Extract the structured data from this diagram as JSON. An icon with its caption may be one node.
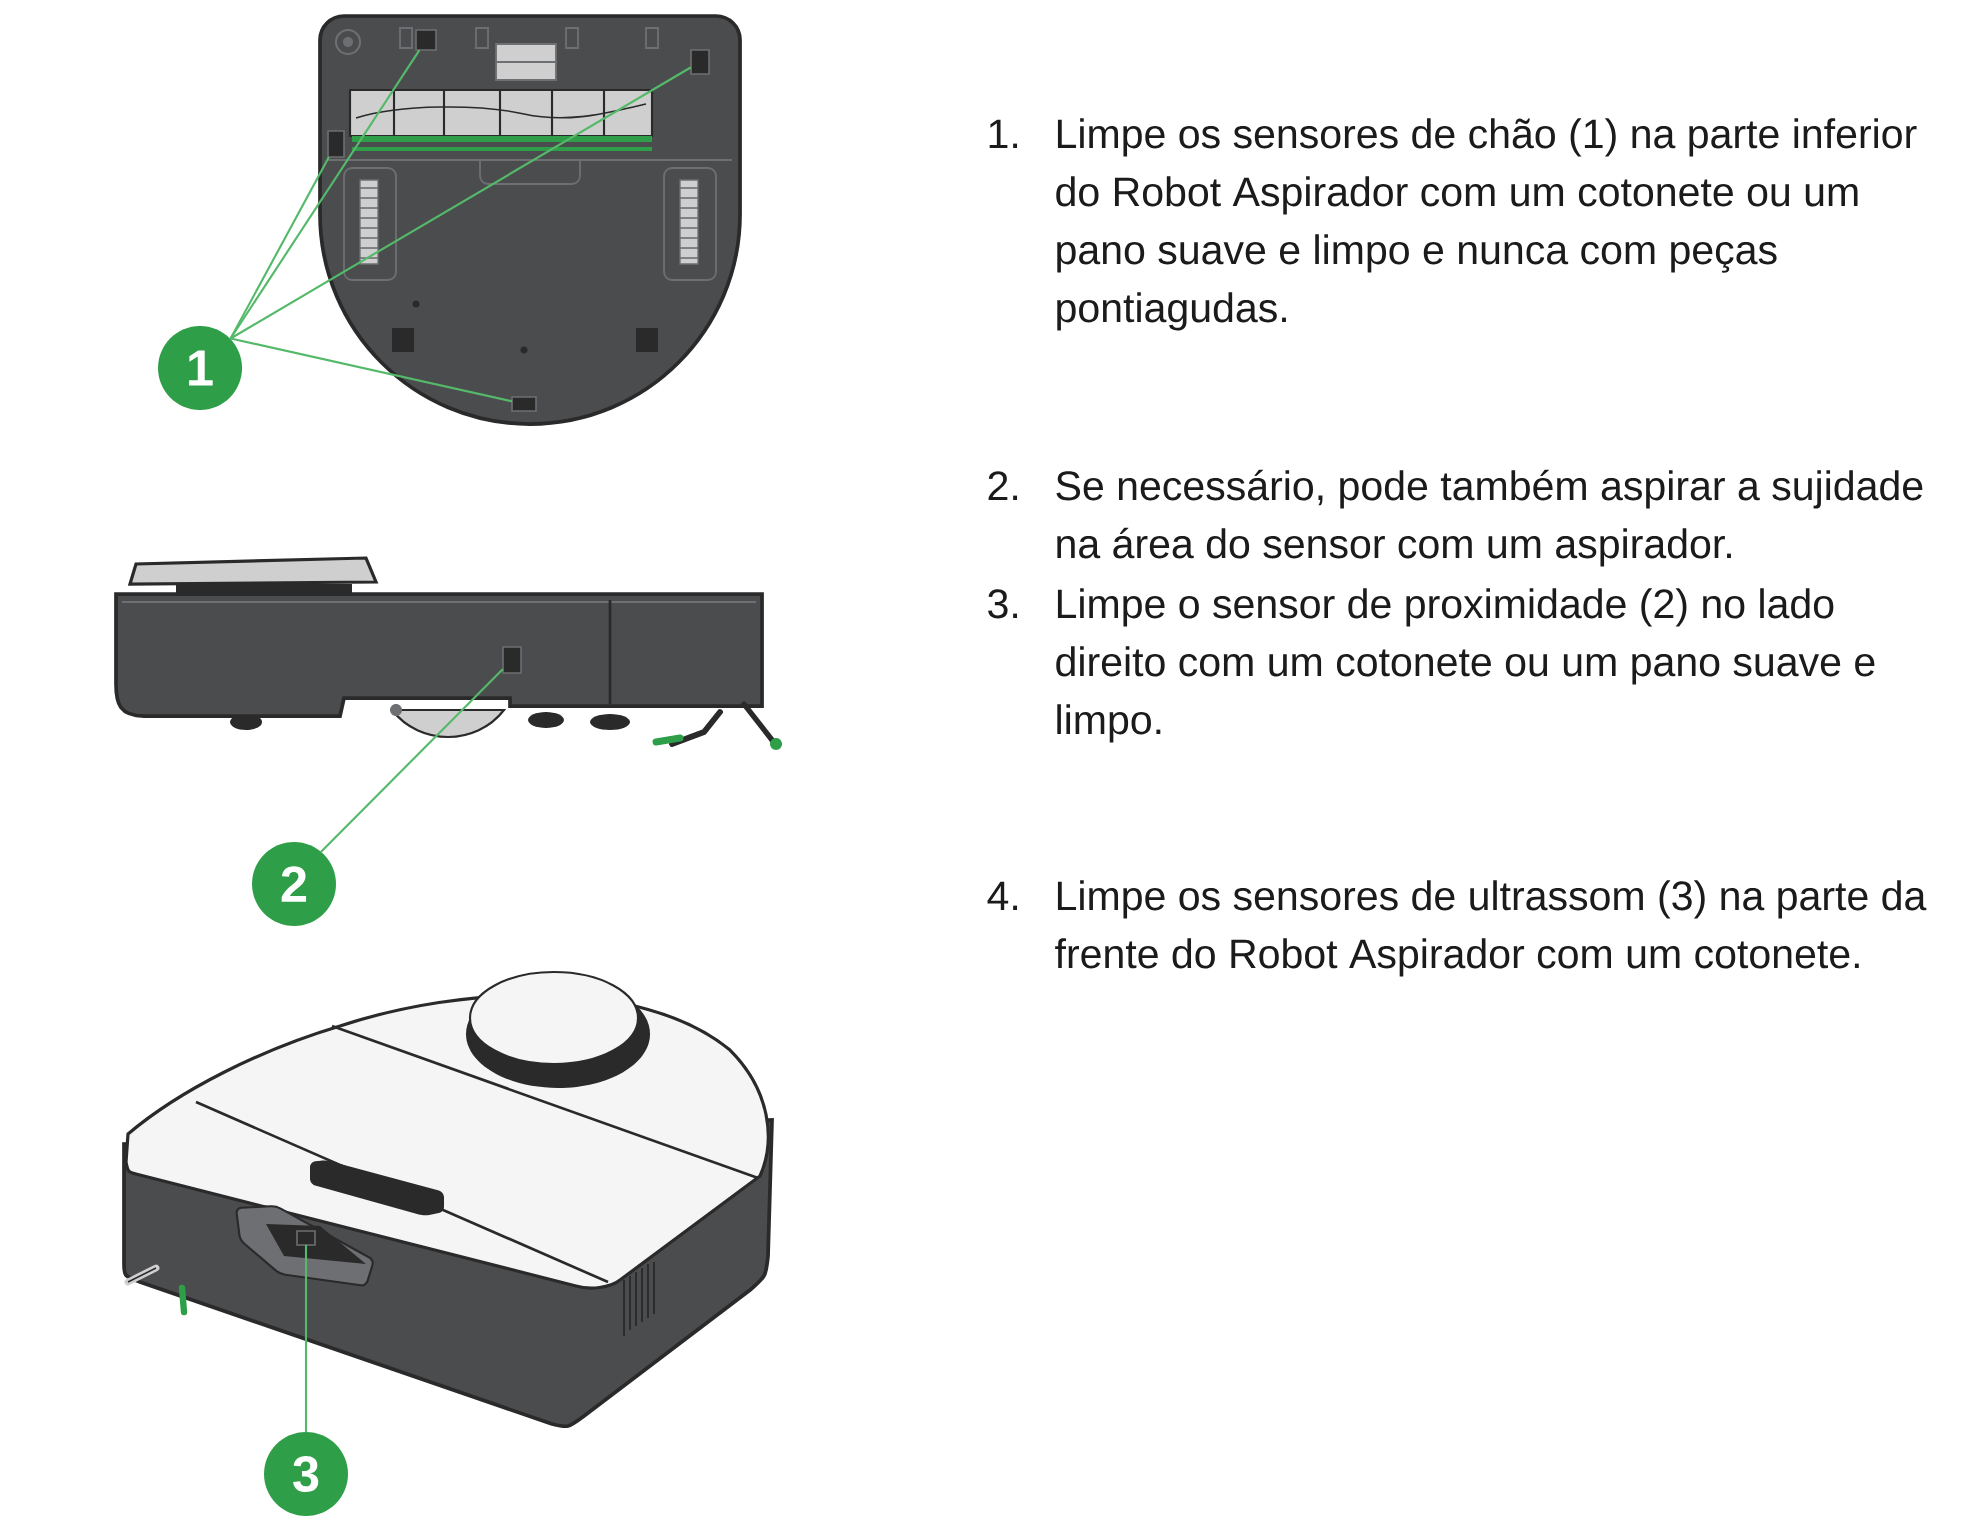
{
  "diagram": {
    "nodes": [
      {
        "text": [
          "1"
        ]
      },
      {
        "text": [],
        "shape": "box"
      },
      {
        "text": [],
        "shape": "box"
      },
      {
        "text": [],
        "shape": "box"
      },
      {
        "text": [],
        "shape": "box"
      },
      {
        "text": [
          "2"
        ]
      },
      {
        "text": [],
        "shape": "box"
      },
      {
        "text": [
          "3"
        ]
      },
      {
        "text": [],
        "shape": "box"
      }
    ],
    "edges": [
      {
        "from": 0,
        "to": 1,
        "arrow": "none"
      },
      {
        "from": 0,
        "to": 2,
        "arrow": "none"
      },
      {
        "from": 0,
        "to": 3,
        "arrow": "none"
      },
      {
        "from": 0,
        "to": 4,
        "arrow": "none"
      },
      {
        "from": 5,
        "to": 6,
        "arrow": "none"
      },
      {
        "from": 7,
        "to": 8,
        "arrow": "none"
      }
    ],
    "labels": [
      "1.",
      "Limpe os sensores de chão (1) na parte inferior do Robot Aspirador com um cotonete ou um pano suave e limpo e nunca com peças pontiagudas.",
      "2.",
      "Se necessário, pode também aspirar a sujidade na área do sensor com um aspirador.",
      "3.",
      "Limpe o sensor de proximidade (2) no lado direito com um cotonete ou um pano suave e limpo.",
      "4.",
      "Limpe os sensores de ultrassom (3) na parte da frente do Robot Aspirador com um cotonete."
    ]
  }
}
